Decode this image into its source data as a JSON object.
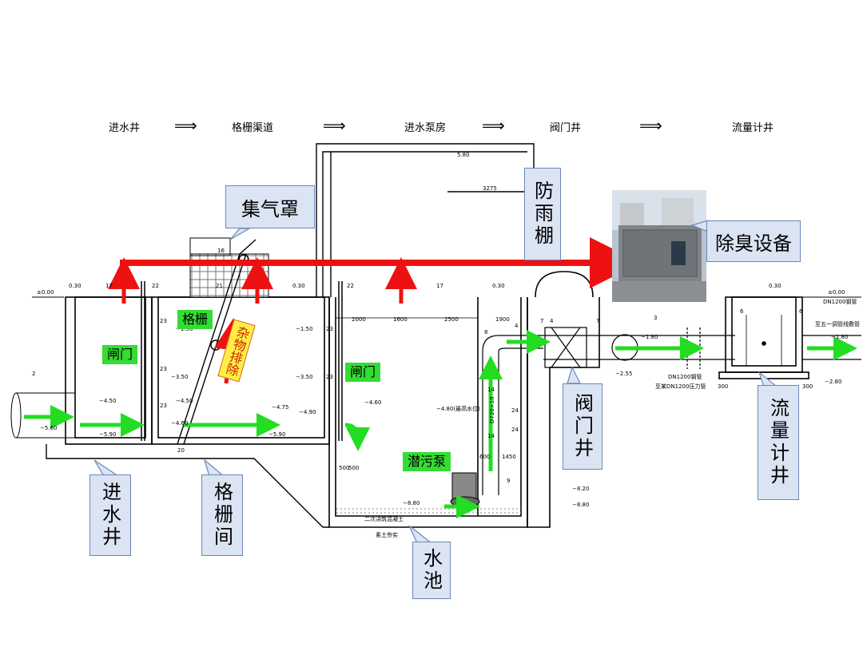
{
  "flow_labels": [
    {
      "id": "jinshuijing",
      "text": "进水井"
    },
    {
      "id": "geshanqudao",
      "text": "格栅渠道"
    },
    {
      "id": "jinshuibengfang",
      "text": "进水泵房"
    },
    {
      "id": "famenjing",
      "text": "阀门井"
    },
    {
      "id": "liuliangjijing",
      "text": "流量计井"
    }
  ],
  "flow_arrow_glyph": "⟹",
  "callouts": {
    "jiqizhao": "集气罩",
    "fangyupeng": "防雨棚",
    "chuchou": "除臭设备",
    "jinshuijing": "进水井",
    "geshanjian": "格栅间",
    "shuichi": "水池",
    "famenjing": "阀门井",
    "liuliangjijing": "流量计井"
  },
  "tags": {
    "geshan": "格栅",
    "zhamen1": "闸门",
    "zhamen2": "闸门",
    "qianwubeng": "潜污泵",
    "zawu": "杂物排除"
  },
  "dimensions": {
    "elev_000_left": "±0.00",
    "elev_030_a": "0.30",
    "elev_030_b": "0.30",
    "elev_030_c": "0.30",
    "elev_030_d": "0.30",
    "elev_000_right": "±0.00",
    "n17a": "17",
    "n17b": "17",
    "n22a": "22",
    "n22b": "22",
    "n16": "16",
    "n21": "21",
    "n2": "2",
    "n3": "3",
    "n4a": "4",
    "n4b": "4",
    "n6a": "6",
    "n6b": "6",
    "n7a": "7",
    "n7b": "7",
    "n8": "8",
    "n9": "9",
    "n14a": "14",
    "n14b": "14",
    "n20": "20",
    "n23a": "23",
    "n23b": "23",
    "n23c": "23",
    "n23d": "23",
    "n23e": "23",
    "n24a": "24",
    "n24b": "24",
    "d2000": "2000",
    "d1600": "1600",
    "d2500": "2500",
    "d1900": "1900",
    "d3275": "3275",
    "d580": "5.80",
    "d500a": "500",
    "d500b": "500",
    "d600": "600",
    "d1450": "1450",
    "d300a": "300",
    "d300b": "300",
    "e150a": "−1.50",
    "e150b": "−1.50",
    "e350a": "−3.50",
    "e350b": "−3.50",
    "e450a": "−4.50",
    "e450b": "−4.50",
    "e460a": "−4.60",
    "e460b": "−4.60",
    "e475": "−4.75",
    "e490": "−4.90",
    "e480": "−4.80(最高水位)",
    "e560": "−5.60",
    "e590a": "−5.90",
    "e590b": "−5.90",
    "e880": "−8.80",
    "e820": "−8.20",
    "e880b": "−8.80",
    "e180a": "−1.80",
    "e180b": "−1.80",
    "e255": "−2.55",
    "e280": "−2.80",
    "pipe_d720": "D720×10",
    "dn1200a": "DN1200钢管",
    "dn1200b": "至某DN1200压力管",
    "dn1200c": "DN1200钢管",
    "dn1200d": "至五一调管线敷管",
    "concrete": "二次浇筑混凝土",
    "rubble": "素土夯实"
  },
  "colors": {
    "gas_pipe": "#ee1111",
    "water_flow": "#22dd22",
    "tag_green": "#33dd33",
    "callout_fill": "#dbe4f3",
    "callout_border": "#6c86b8",
    "wall": "#000000"
  },
  "icons": [
    "flow-arrow-icon",
    "water-flow-arrow-icon",
    "gas-flow-arrow-icon",
    "pump-icon",
    "screen-icon",
    "valve-icon",
    "deodorizer-photo"
  ]
}
